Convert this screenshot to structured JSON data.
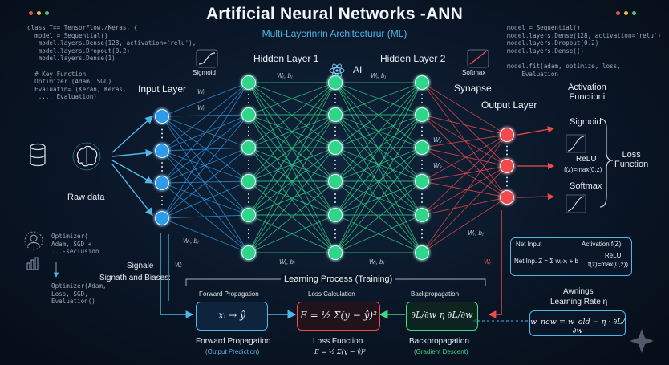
{
  "title": "Artificial Neural Networks -ANN",
  "subtitle": "Multi-Layerinrin Architecturur (ML)",
  "window_dots": [
    "#e25555",
    "#e8c14a",
    "#4cc47a"
  ],
  "code_left": "class T== TensorFlow./Keras, {\n  model = Sequential()\n   model.layers.Dense(128, activation='relu'),\n   model.layers.Dropout(0.2)\n   model.layers.Dense(1)\n\n  # Key Function\n  Optimizer (Adam, SGD)\n  Evaluatin= (Keran, Keras,\n   ..., Evaluation)",
  "code_right": "model = Sequential()\nmodel.layers.Dense(128, activation='relu')\nmodel.layers.Dropout(0.2)\nmodel.layers.Dense(()\n\nmodel.fit(adam, optimize, loss,\n    Evaluation",
  "code_left_bottom": "Optimizer(\nAdam, SGD +\n...-seclusion",
  "code_left_bottom2": "Optimizer(Adam,\nLoss, SGD,\nEvaluation()",
  "labels": {
    "input_layer": "Input Layer",
    "hidden1": "Hidden Layer 1",
    "hidden2": "Hidden Layer 2",
    "output_layer": "Output Layer",
    "ai": "AI",
    "synapse": "Synapse",
    "sigmoid_icon": "Sigmoid",
    "softmax_icon": "Softmax",
    "raw_data": "Raw data",
    "signale": "Signale",
    "signath": "Signath and Biases:",
    "activation_title": "Activation\nFunctioni",
    "sigmoid": "Sigmoid",
    "relu": "ReLU",
    "relu_formula": "f(z)=max(0,z)",
    "softmax": "Softmax",
    "loss_function_side": "Loss\nFunction",
    "learning_process": "Learning Process (Training)",
    "forward_prop_top": "Forward Propagation",
    "loss_calc": "Loss Calculation",
    "backprop_top": "Backpropagation",
    "forward_prop_bottom": "Forward Propagation",
    "output_prediction": "(Output Prediction)",
    "loss_function_bottom": "Loss Function",
    "backprop_bottom": "Backpropagation",
    "gradient_descent": "(Gradient Descent)",
    "awnings": "Awnings",
    "learning_rate": "Learning Rate η",
    "net_input": "Net Input",
    "activation_fz": "Activation f(Z)",
    "net_inp_formula": "Net Inp. Z = Σ wᵢ·xᵢ + b",
    "relu_box1": "ReLU",
    "relu_box2": "f(z)=max(0,z))"
  },
  "weights": {
    "w_top1": "Wᵣ, bⱼ",
    "w_top2": "Wᵢ, bⱼ",
    "w_bot1": "Wᵣ, bⱼ",
    "w_bot2": "Wᵢ, bⱼ",
    "w_in_bot": "Wᵣ, bⱼ",
    "w_out_bot": "Wᵣ, bⱼ",
    "w_i1": "Wᵢ",
    "w_i2": "Wᵢ",
    "w_2": "W₂",
    "w_3": "W₃",
    "w_i_left": "Wᵢ",
    "w_i_right": "Wᵢ"
  },
  "formulas": {
    "forward": "xᵢ → ŷ",
    "loss": "E = ½ Σ(y − ŷ)²",
    "loss_small": "E = ½ Σ(y − ŷ)²",
    "backprop": "∂L/∂w  η  ∂L/∂w",
    "update": "w_new = w_old − η · ∂L/∂w"
  },
  "colors": {
    "input": "#2f9be8",
    "hidden": "#2fd68a",
    "output": "#ef4b4b",
    "accent": "#4fb6e8"
  }
}
